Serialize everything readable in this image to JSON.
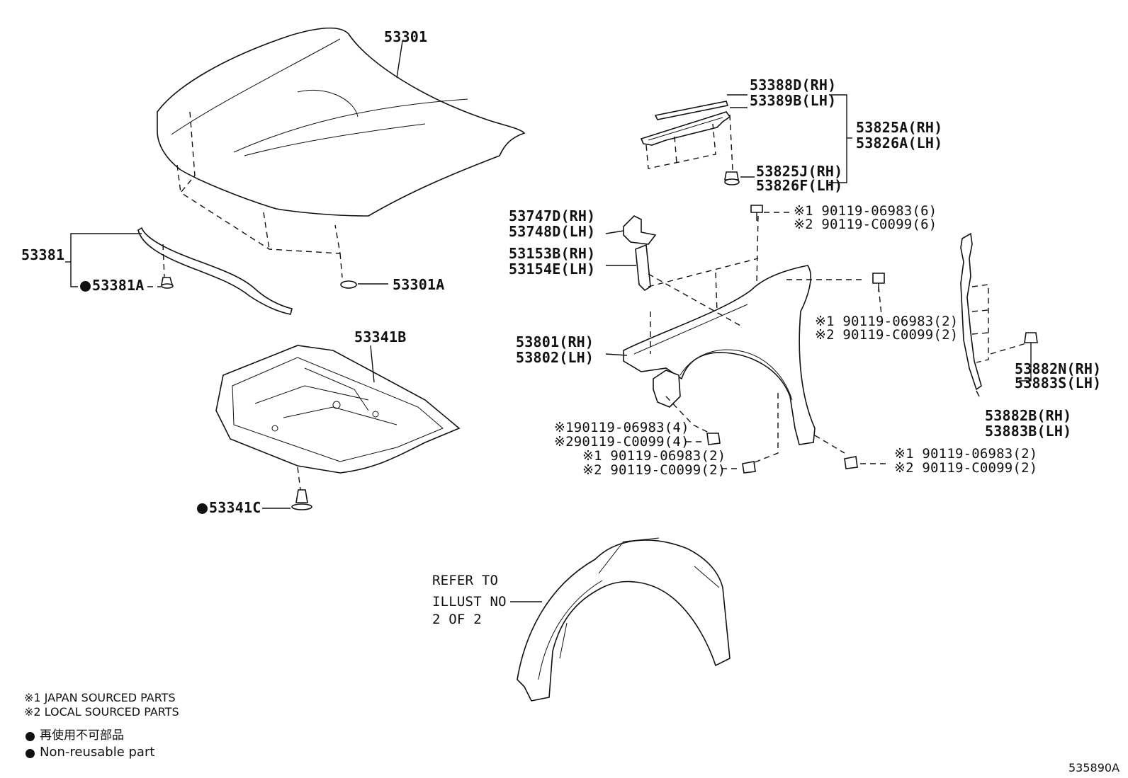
{
  "labels": {
    "hood": "53301",
    "hood_seal": "53381",
    "hood_seal_clip": "53381A",
    "hood_cushion": "53301A",
    "hood_insulator": "53341B",
    "insulator_clip": "53341C",
    "cowl_seal_rh": "53388D(RH)",
    "cowl_seal_lh": "53389B(LH)",
    "fender_seal_rh": "53825A(RH)",
    "fender_seal_lh": "53826A(LH)",
    "seal_clip_rh": "53825J(RH)",
    "seal_clip_lh": "53826F(LH)",
    "bracket_a_rh": "53747D(RH)",
    "bracket_a_lh": "53748D(LH)",
    "bracket_b_rh": "53153B(RH)",
    "bracket_b_lh": "53154E(LH)",
    "fender_rh": "53801(RH)",
    "fender_lh": "53802(LH)",
    "liner_seal_rh": "53882N(RH)",
    "liner_seal_lh": "53883S(LH)",
    "liner_seal2_rh": "53882B(RH)",
    "liner_seal2_lh": "53883B(LH)"
  },
  "bolts": {
    "top_1": "※1 90119-06983(6)",
    "top_2": "※2 90119-C0099(6)",
    "side_1": "※1 90119-06983(2)",
    "side_2": "※2 90119-C0099(2)",
    "lower_a_1": "※190119-06983(4)",
    "lower_a_2": "※290119-C0099(4)",
    "lower_b_1": "※1 90119-06983(2)",
    "lower_b_2": "※2 90119-C0099(2)",
    "lower_c_1": "※1 90119-06983(2)",
    "lower_c_2": "※2 90119-C0099(2)"
  },
  "refer": {
    "line1": "REFER TO",
    "line2": "ILLUST NO",
    "line3": "2 OF 2"
  },
  "legend": {
    "note1": "※1 JAPAN SOURCED PARTS",
    "note2": "※2 LOCAL SOURCED PARTS",
    "jp": "再使用不可部品",
    "en": "Non-reusable part"
  },
  "illustration_id": "535890A"
}
